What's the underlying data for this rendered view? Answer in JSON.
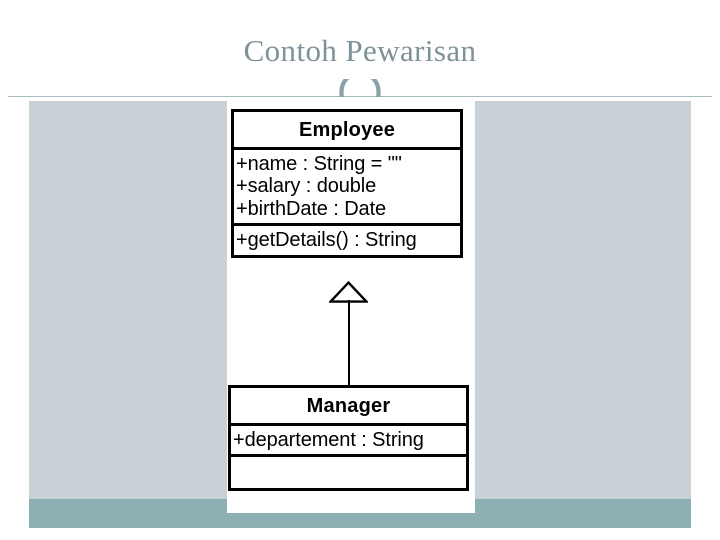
{
  "slide": {
    "title": "Contoh Pewarisan",
    "title_color": "#7e9299",
    "body_background": "#c7d1d6",
    "footer_background": "#8db0b2",
    "canvas_background": "#ffffff",
    "divider_color": "#a9bcc2",
    "ornament": "arch-ornament"
  },
  "diagram": {
    "type": "uml-class-diagram",
    "classes": [
      {
        "name": "Employee",
        "attributes": [
          "+name : String = \"\"",
          "+salary : double",
          "+birthDate : Date"
        ],
        "operations": [
          "+getDetails() : String"
        ]
      },
      {
        "name": "Manager",
        "attributes": [
          "+departement : String"
        ],
        "operations": []
      }
    ],
    "relationship": {
      "kind": "generalization",
      "label": "inheritance-arrow",
      "from": "Manager",
      "to": "Employee"
    }
  }
}
